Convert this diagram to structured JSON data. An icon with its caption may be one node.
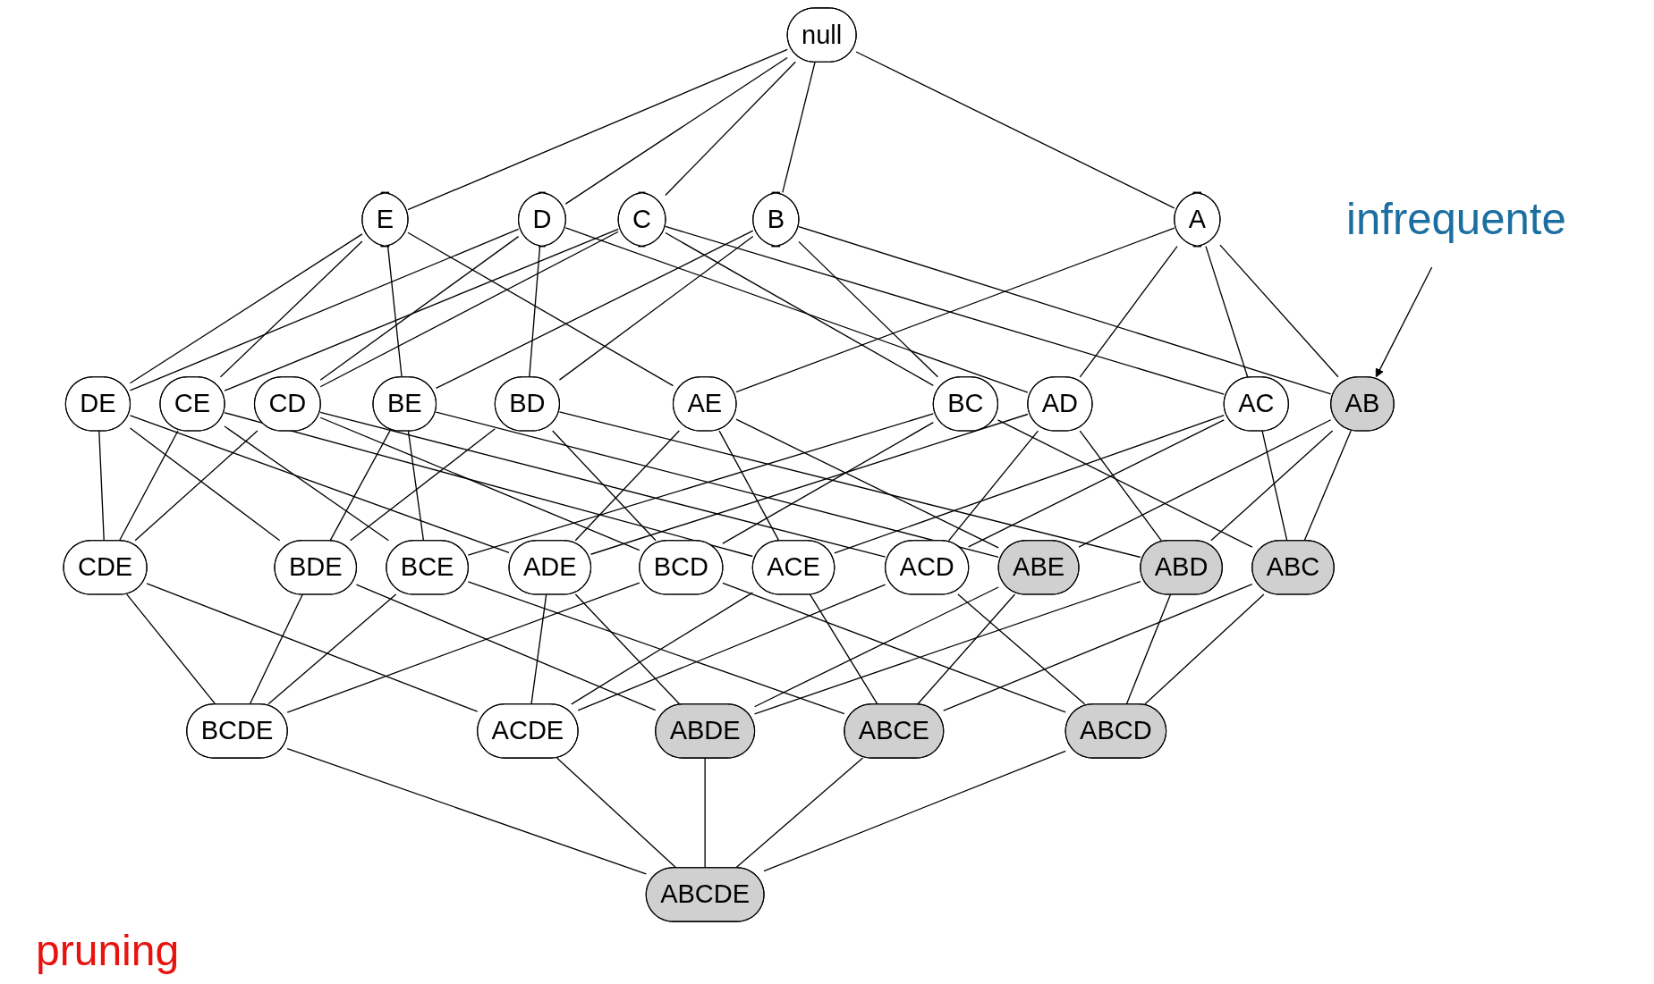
{
  "diagram": {
    "nodes": [
      {
        "text": [
          "null"
        ]
      },
      {
        "text": [
          "A"
        ]
      },
      {
        "text": [
          "B"
        ]
      },
      {
        "text": [
          "C"
        ]
      },
      {
        "text": [
          "D"
        ]
      },
      {
        "text": [
          "E"
        ]
      },
      {
        "text": [
          "AB"
        ]
      },
      {
        "text": [
          "AC"
        ]
      },
      {
        "text": [
          "AD"
        ]
      },
      {
        "text": [
          "AE"
        ]
      },
      {
        "text": [
          "BC"
        ]
      },
      {
        "text": [
          "BD"
        ]
      },
      {
        "text": [
          "BE"
        ]
      },
      {
        "text": [
          "CD"
        ]
      },
      {
        "text": [
          "CE"
        ]
      },
      {
        "text": [
          "DE"
        ]
      },
      {
        "text": [
          "ABC"
        ]
      },
      {
        "text": [
          "ABD"
        ]
      },
      {
        "text": [
          "ABE"
        ]
      },
      {
        "text": [
          "ACD"
        ]
      },
      {
        "text": [
          "ACE"
        ]
      },
      {
        "text": [
          "ADE"
        ]
      },
      {
        "text": [
          "BCD"
        ]
      },
      {
        "text": [
          "BCE"
        ]
      },
      {
        "text": [
          "BDE"
        ]
      },
      {
        "text": [
          "CDE"
        ]
      },
      {
        "text": [
          "ABCD"
        ]
      },
      {
        "text": [
          "ABCE"
        ]
      },
      {
        "text": [
          "ABDE"
        ]
      },
      {
        "text": [
          "ACDE"
        ]
      },
      {
        "text": [
          "BCDE"
        ]
      },
      {
        "text": [
          "ABCDE"
        ]
      },
      {
        "text": [
          "infrequente"
        ]
      }
    ],
    "edges": [
      {
        "from": 0,
        "to": 1,
        "arrow": "none"
      },
      {
        "from": 0,
        "to": 2,
        "arrow": "none"
      },
      {
        "from": 0,
        "to": 3,
        "arrow": "none"
      },
      {
        "from": 0,
        "to": 4,
        "arrow": "none"
      },
      {
        "from": 0,
        "to": 5,
        "arrow": "none"
      },
      {
        "from": 1,
        "to": 6,
        "arrow": "none"
      },
      {
        "from": 1,
        "to": 7,
        "arrow": "none"
      },
      {
        "from": 1,
        "to": 8,
        "arrow": "none"
      },
      {
        "from": 1,
        "to": 9,
        "arrow": "none"
      },
      {
        "from": 2,
        "to": 6,
        "arrow": "none"
      },
      {
        "from": 2,
        "to": 10,
        "arrow": "none"
      },
      {
        "from": 2,
        "to": 11,
        "arrow": "none"
      },
      {
        "from": 2,
        "to": 12,
        "arrow": "none"
      },
      {
        "from": 3,
        "to": 7,
        "arrow": "none"
      },
      {
        "from": 3,
        "to": 10,
        "arrow": "none"
      },
      {
        "from": 3,
        "to": 13,
        "arrow": "none"
      },
      {
        "from": 3,
        "to": 14,
        "arrow": "none"
      },
      {
        "from": 4,
        "to": 8,
        "arrow": "none"
      },
      {
        "from": 4,
        "to": 11,
        "arrow": "none"
      },
      {
        "from": 4,
        "to": 13,
        "arrow": "none"
      },
      {
        "from": 4,
        "to": 15,
        "arrow": "none"
      },
      {
        "from": 5,
        "to": 9,
        "arrow": "none"
      },
      {
        "from": 5,
        "to": 12,
        "arrow": "none"
      },
      {
        "from": 5,
        "to": 14,
        "arrow": "none"
      },
      {
        "from": 5,
        "to": 15,
        "arrow": "none"
      },
      {
        "from": 6,
        "to": 16,
        "arrow": "none"
      },
      {
        "from": 6,
        "to": 17,
        "arrow": "none"
      },
      {
        "from": 6,
        "to": 18,
        "arrow": "none"
      },
      {
        "from": 7,
        "to": 16,
        "arrow": "none"
      },
      {
        "from": 7,
        "to": 19,
        "arrow": "none"
      },
      {
        "from": 7,
        "to": 20,
        "arrow": "none"
      },
      {
        "from": 8,
        "to": 17,
        "arrow": "none"
      },
      {
        "from": 8,
        "to": 19,
        "arrow": "none"
      },
      {
        "from": 8,
        "to": 21,
        "arrow": "none"
      },
      {
        "from": 9,
        "to": 18,
        "arrow": "none"
      },
      {
        "from": 9,
        "to": 20,
        "arrow": "none"
      },
      {
        "from": 9,
        "to": 21,
        "arrow": "none"
      },
      {
        "from": 10,
        "to": 16,
        "arrow": "none"
      },
      {
        "from": 10,
        "to": 22,
        "arrow": "none"
      },
      {
        "from": 10,
        "to": 23,
        "arrow": "none"
      },
      {
        "from": 11,
        "to": 17,
        "arrow": "none"
      },
      {
        "from": 11,
        "to": 22,
        "arrow": "none"
      },
      {
        "from": 11,
        "to": 24,
        "arrow": "none"
      },
      {
        "from": 12,
        "to": 18,
        "arrow": "none"
      },
      {
        "from": 12,
        "to": 23,
        "arrow": "none"
      },
      {
        "from": 12,
        "to": 24,
        "arrow": "none"
      },
      {
        "from": 13,
        "to": 19,
        "arrow": "none"
      },
      {
        "from": 13,
        "to": 22,
        "arrow": "none"
      },
      {
        "from": 13,
        "to": 25,
        "arrow": "none"
      },
      {
        "from": 14,
        "to": 20,
        "arrow": "none"
      },
      {
        "from": 14,
        "to": 23,
        "arrow": "none"
      },
      {
        "from": 14,
        "to": 25,
        "arrow": "none"
      },
      {
        "from": 15,
        "to": 21,
        "arrow": "none"
      },
      {
        "from": 15,
        "to": 24,
        "arrow": "none"
      },
      {
        "from": 15,
        "to": 25,
        "arrow": "none"
      },
      {
        "from": 16,
        "to": 26,
        "arrow": "none"
      },
      {
        "from": 16,
        "to": 27,
        "arrow": "none"
      },
      {
        "from": 17,
        "to": 26,
        "arrow": "none"
      },
      {
        "from": 17,
        "to": 28,
        "arrow": "none"
      },
      {
        "from": 18,
        "to": 27,
        "arrow": "none"
      },
      {
        "from": 18,
        "to": 28,
        "arrow": "none"
      },
      {
        "from": 19,
        "to": 26,
        "arrow": "none"
      },
      {
        "from": 19,
        "to": 29,
        "arrow": "none"
      },
      {
        "from": 20,
        "to": 27,
        "arrow": "none"
      },
      {
        "from": 20,
        "to": 29,
        "arrow": "none"
      },
      {
        "from": 21,
        "to": 28,
        "arrow": "none"
      },
      {
        "from": 21,
        "to": 29,
        "arrow": "none"
      },
      {
        "from": 22,
        "to": 26,
        "arrow": "none"
      },
      {
        "from": 22,
        "to": 30,
        "arrow": "none"
      },
      {
        "from": 23,
        "to": 27,
        "arrow": "none"
      },
      {
        "from": 23,
        "to": 30,
        "arrow": "none"
      },
      {
        "from": 24,
        "to": 28,
        "arrow": "none"
      },
      {
        "from": 24,
        "to": 30,
        "arrow": "none"
      },
      {
        "from": 25,
        "to": 29,
        "arrow": "none"
      },
      {
        "from": 25,
        "to": 30,
        "arrow": "none"
      },
      {
        "from": 26,
        "to": 31,
        "arrow": "none"
      },
      {
        "from": 27,
        "to": 31,
        "arrow": "none"
      },
      {
        "from": 28,
        "to": 31,
        "arrow": "none"
      },
      {
        "from": 29,
        "to": 31,
        "arrow": "none"
      },
      {
        "from": 30,
        "to": 31,
        "arrow": "none"
      },
      {
        "from": 32,
        "to": 6,
        "arrow": "to"
      }
    ],
    "labels": [
      "pruning"
    ]
  }
}
